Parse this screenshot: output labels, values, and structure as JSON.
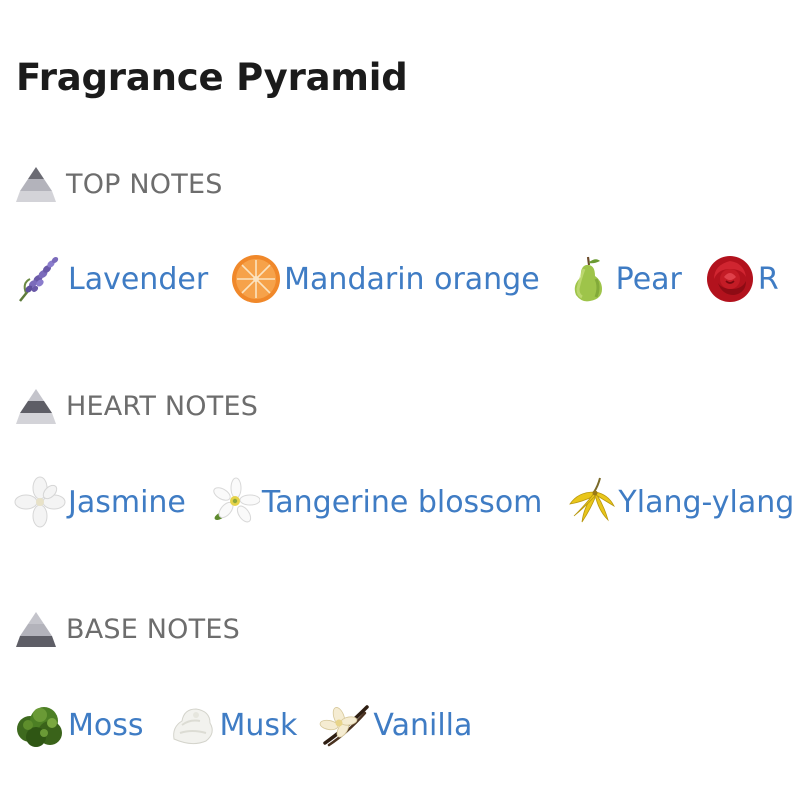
{
  "page": {
    "title": "Fragrance Pyramid"
  },
  "colors": {
    "link": "#3f7cc4",
    "section_label": "#6d6d6d",
    "title": "#1b1b1b"
  },
  "sections": [
    {
      "label": "TOP NOTES",
      "icon": "pyramid-top-icon",
      "notes": [
        {
          "label": "Lavender",
          "icon": "lavender-icon"
        },
        {
          "label": "Mandarin orange",
          "icon": "mandarin-orange-icon"
        },
        {
          "label": "Pear",
          "icon": "pear-icon"
        },
        {
          "label": "R",
          "icon": "rose-icon"
        }
      ]
    },
    {
      "label": "HEART NOTES",
      "icon": "pyramid-middle-icon",
      "notes": [
        {
          "label": "Jasmine",
          "icon": "jasmine-icon"
        },
        {
          "label": "Tangerine blossom",
          "icon": "tangerine-blossom-icon"
        },
        {
          "label": "Ylang-ylang",
          "icon": "ylang-ylang-icon"
        }
      ]
    },
    {
      "label": "BASE NOTES",
      "icon": "pyramid-base-icon",
      "notes": [
        {
          "label": "Moss",
          "icon": "moss-icon"
        },
        {
          "label": "Musk",
          "icon": "musk-icon"
        },
        {
          "label": "Vanilla",
          "icon": "vanilla-icon"
        }
      ]
    }
  ]
}
